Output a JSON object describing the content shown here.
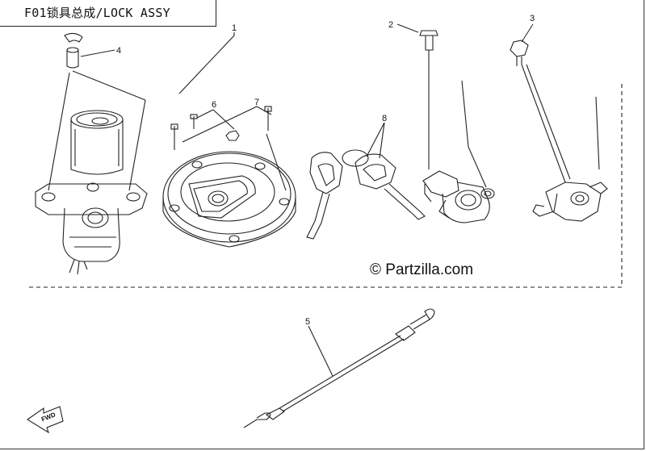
{
  "diagram": {
    "title": "F01锁具总成/LOCK ASSY",
    "watermark": "© Partzilla.com",
    "fwd_label": "FWD",
    "callouts": [
      {
        "id": "1",
        "label": "1",
        "part": "fuel-tank-cap"
      },
      {
        "id": "2",
        "label": "2",
        "part": "bolt"
      },
      {
        "id": "3",
        "label": "3",
        "part": "bolt"
      },
      {
        "id": "4",
        "label": "4",
        "part": "key-cover"
      },
      {
        "id": "5",
        "label": "5",
        "part": "cable"
      },
      {
        "id": "6",
        "label": "6",
        "part": "nut"
      },
      {
        "id": "7",
        "label": "7",
        "part": "screws"
      },
      {
        "id": "8",
        "label": "8",
        "part": "keys"
      }
    ],
    "colors": {
      "line": "#222222",
      "background": "#ffffff"
    }
  }
}
